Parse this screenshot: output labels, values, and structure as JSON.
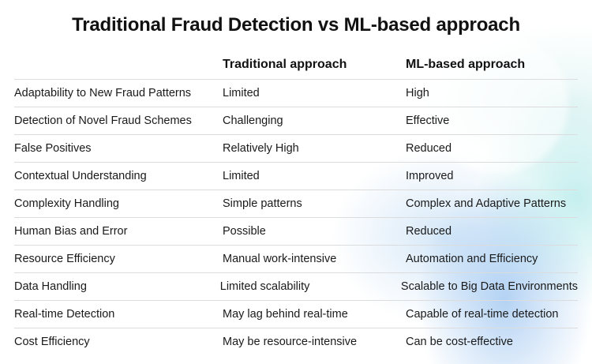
{
  "title": "Traditional Fraud Detection vs ML-based approach",
  "table": {
    "headers": [
      "",
      "Traditional approach",
      "ML-based approach"
    ],
    "rows": [
      [
        "Adaptability to New Fraud Patterns",
        "Limited",
        "High"
      ],
      [
        "Detection of Novel Fraud Schemes",
        "Challenging",
        "Effective"
      ],
      [
        "False Positives",
        "Relatively High",
        "Reduced"
      ],
      [
        "Contextual Understanding",
        "Limited",
        "Improved"
      ],
      [
        "Complexity Handling",
        "Simple patterns",
        "Complex and Adaptive Patterns"
      ],
      [
        "Human Bias and Error",
        "Possible",
        "Reduced"
      ],
      [
        "Resource Efficiency",
        "Manual work-intensive",
        "Automation and Efficiency"
      ],
      [
        "Data Handling",
        "Limited scalability",
        "Scalable to Big Data Environments"
      ],
      [
        "Real-time Detection",
        "May lag behind real-time",
        "Capable of real-time detection"
      ],
      [
        "Cost Efficiency",
        "May be resource-intensive",
        "Can be cost-effective"
      ]
    ]
  },
  "colors": {
    "text": "#1a1a1a",
    "divider": "#dcdcdc",
    "accent_blue": "#78afeb",
    "accent_teal": "#96e1e1"
  }
}
